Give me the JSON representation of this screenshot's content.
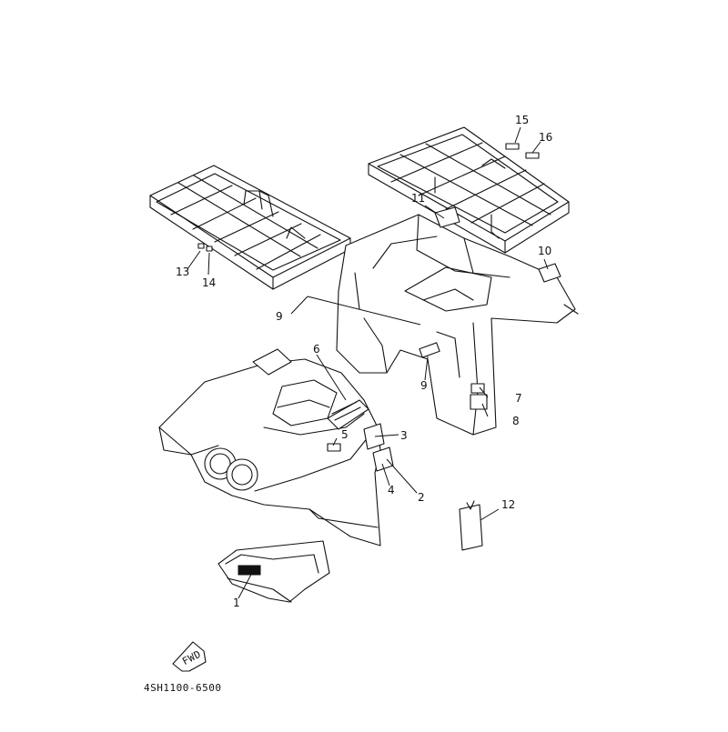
{
  "diagram": {
    "part_code": "4SH1100-6500",
    "fwd_label": "FWD",
    "callouts": [
      "1",
      "2",
      "3",
      "4",
      "5",
      "6",
      "7",
      "8",
      "9",
      "9",
      "10",
      "11",
      "12",
      "13",
      "14",
      "15",
      "16"
    ]
  }
}
